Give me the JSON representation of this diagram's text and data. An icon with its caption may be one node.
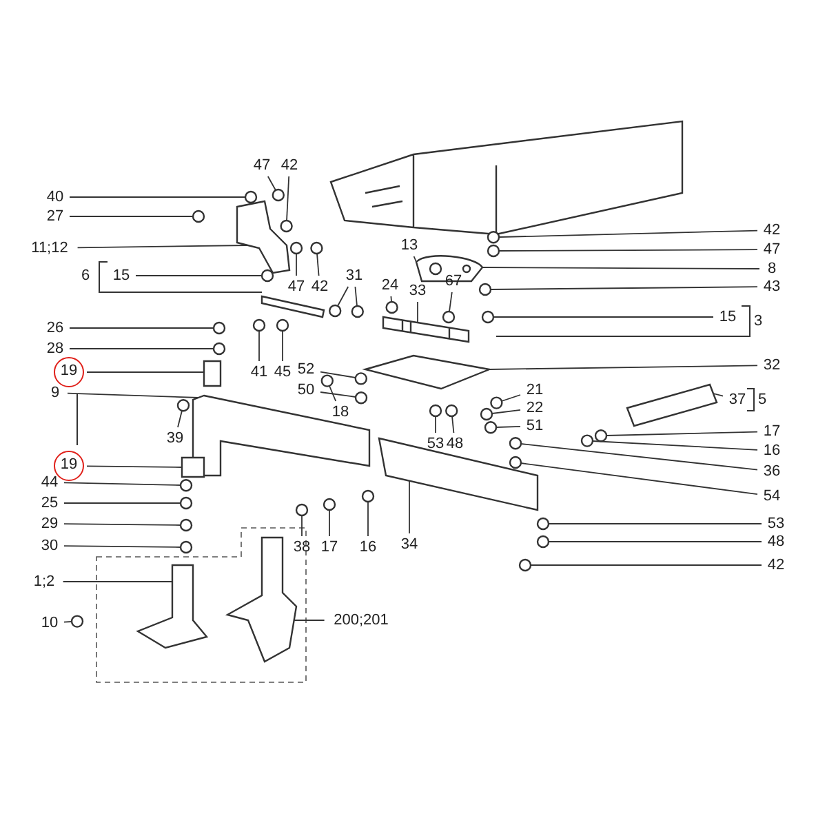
{
  "diagram": {
    "nodes": [
      {
        "text": [
          "40"
        ]
      },
      {
        "text": [
          "27"
        ]
      },
      {
        "text": [
          "11;12"
        ]
      },
      {
        "text": [
          "15"
        ]
      },
      {
        "text": [
          "26"
        ]
      },
      {
        "text": [
          "28"
        ]
      },
      {
        "text": [
          "19"
        ]
      },
      {
        "text": [
          "9"
        ]
      },
      {
        "text": [
          "39"
        ]
      },
      {
        "text": [
          "19"
        ]
      },
      {
        "text": [
          "44"
        ]
      },
      {
        "text": [
          "25"
        ]
      },
      {
        "text": [
          "29"
        ]
      },
      {
        "text": [
          "30"
        ]
      },
      {
        "text": [
          "1;2"
        ]
      },
      {
        "text": [
          "10"
        ]
      },
      {
        "text": [
          "47"
        ]
      },
      {
        "text": [
          "42"
        ]
      },
      {
        "text": [
          "47"
        ]
      },
      {
        "text": [
          "42"
        ]
      },
      {
        "text": [
          "31"
        ]
      },
      {
        "text": [
          "24"
        ]
      },
      {
        "text": [
          "41"
        ]
      },
      {
        "text": [
          "45"
        ]
      },
      {
        "text": [
          "13"
        ]
      },
      {
        "text": [
          "33"
        ]
      },
      {
        "text": [
          "67"
        ]
      },
      {
        "text": [
          "52"
        ]
      },
      {
        "text": [
          "50"
        ]
      },
      {
        "text": [
          "18"
        ]
      },
      {
        "text": [
          "42"
        ]
      },
      {
        "text": [
          "47"
        ]
      },
      {
        "text": [
          "8"
        ]
      },
      {
        "text": [
          "43"
        ]
      },
      {
        "text": [
          "15"
        ]
      },
      {
        "text": [
          "32"
        ]
      },
      {
        "text": [
          "21"
        ]
      },
      {
        "text": [
          "22"
        ]
      },
      {
        "text": [
          "51"
        ]
      },
      {
        "text": [
          "37"
        ]
      },
      {
        "text": [
          "17"
        ]
      },
      {
        "text": [
          "16"
        ]
      },
      {
        "text": [
          "36"
        ]
      },
      {
        "text": [
          "54"
        ]
      },
      {
        "text": [
          "53"
        ]
      },
      {
        "text": [
          "48"
        ]
      },
      {
        "text": [
          "42"
        ]
      },
      {
        "text": [
          "53"
        ]
      },
      {
        "text": [
          "48"
        ]
      },
      {
        "text": [
          "38"
        ]
      },
      {
        "text": [
          "17"
        ]
      },
      {
        "text": [
          "16"
        ]
      },
      {
        "text": [
          "34"
        ]
      },
      {
        "text": [
          "200;201"
        ]
      },
      {
        "text": [],
        "shape": "circle"
      },
      {
        "text": [],
        "shape": "circle"
      },
      {
        "text": [],
        "shape": "picture"
      },
      {
        "text": [],
        "shape": "circle"
      },
      {
        "text": [],
        "shape": "circle"
      },
      {
        "text": [],
        "shape": "circle"
      },
      {
        "text": [],
        "shape": "box"
      },
      {
        "text": [],
        "shape": "picture"
      },
      {
        "text": [],
        "shape": "circle"
      },
      {
        "text": [],
        "shape": "box"
      },
      {
        "text": [],
        "shape": "circle"
      },
      {
        "text": [],
        "shape": "circle"
      },
      {
        "text": [],
        "shape": "circle"
      },
      {
        "text": [],
        "shape": "circle"
      },
      {
        "text": [],
        "shape": "picture"
      },
      {
        "text": [],
        "shape": "circle"
      },
      {
        "text": [],
        "shape": "circle"
      },
      {
        "text": [],
        "shape": "circle"
      },
      {
        "text": [],
        "shape": "circle"
      },
      {
        "text": [],
        "shape": "circle"
      },
      {
        "text": [],
        "shape": "circle"
      },
      {
        "text": [],
        "shape": "circle"
      },
      {
        "text": [],
        "shape": "circle"
      },
      {
        "text": [],
        "shape": "circle"
      },
      {
        "text": [],
        "shape": "circle"
      },
      {
        "text": [],
        "shape": "picture"
      },
      {
        "text": [],
        "shape": "picture"
      },
      {
        "text": [],
        "shape": "circle"
      },
      {
        "text": [],
        "shape": "circle"
      },
      {
        "text": [],
        "shape": "circle"
      },
      {
        "text": [],
        "shape": "circle"
      },
      {
        "text": [],
        "shape": "circle"
      },
      {
        "text": [],
        "shape": "circle"
      },
      {
        "text": [],
        "shape": "circle"
      },
      {
        "text": [],
        "shape": "circle"
      },
      {
        "text": [],
        "shape": "picture"
      },
      {
        "text": [],
        "shape": "circle"
      },
      {
        "text": [],
        "shape": "circle"
      },
      {
        "text": [],
        "shape": "circle"
      },
      {
        "text": [],
        "shape": "picture"
      },
      {
        "text": [],
        "shape": "circle"
      },
      {
        "text": [],
        "shape": "circle"
      },
      {
        "text": [],
        "shape": "circle"
      },
      {
        "text": [],
        "shape": "circle"
      },
      {
        "text": [],
        "shape": "circle"
      },
      {
        "text": [],
        "shape": "circle"
      },
      {
        "text": [],
        "shape": "circle"
      },
      {
        "text": [],
        "shape": "circle"
      },
      {
        "text": [],
        "shape": "circle"
      },
      {
        "text": [],
        "shape": "circle"
      },
      {
        "text": [],
        "shape": "circle"
      },
      {
        "text": [],
        "shape": "circle"
      },
      {
        "text": [],
        "shape": "picture"
      },
      {
        "text": [],
        "shape": "picture"
      }
    ],
    "edges": [
      {
        "from": 0,
        "to": 54,
        "arrow": "none"
      },
      {
        "from": 1,
        "to": 55,
        "arrow": "none"
      },
      {
        "from": 2,
        "to": 56,
        "arrow": "none"
      },
      {
        "from": 3,
        "to": 57,
        "arrow": "none"
      },
      {
        "from": 4,
        "to": 58,
        "arrow": "none"
      },
      {
        "from": 5,
        "to": 59,
        "arrow": "none"
      },
      {
        "from": 6,
        "to": 60,
        "arrow": "none"
      },
      {
        "from": 7,
        "to": 61,
        "arrow": "none"
      },
      {
        "from": 8,
        "to": 62,
        "arrow": "none"
      },
      {
        "from": 9,
        "to": 63,
        "arrow": "none"
      },
      {
        "from": 10,
        "to": 64,
        "arrow": "none"
      },
      {
        "from": 11,
        "to": 65,
        "arrow": "none"
      },
      {
        "from": 12,
        "to": 66,
        "arrow": "none"
      },
      {
        "from": 13,
        "to": 67,
        "arrow": "none"
      },
      {
        "from": 14,
        "to": 68,
        "arrow": "none"
      },
      {
        "from": 15,
        "to": 69,
        "arrow": "none"
      },
      {
        "from": 16,
        "to": 70,
        "arrow": "none"
      },
      {
        "from": 17,
        "to": 71,
        "arrow": "none"
      },
      {
        "from": 18,
        "to": 72,
        "arrow": "none"
      },
      {
        "from": 19,
        "to": 73,
        "arrow": "none"
      },
      {
        "from": 20,
        "to": 74,
        "arrow": "none"
      },
      {
        "from": 20,
        "to": 75,
        "arrow": "none"
      },
      {
        "from": 21,
        "to": 76,
        "arrow": "none"
      },
      {
        "from": 22,
        "to": 77,
        "arrow": "none"
      },
      {
        "from": 23,
        "to": 78,
        "arrow": "none"
      },
      {
        "from": 24,
        "to": 79,
        "arrow": "none"
      },
      {
        "from": 25,
        "to": 80,
        "arrow": "none"
      },
      {
        "from": 26,
        "to": 81,
        "arrow": "none"
      },
      {
        "from": 27,
        "to": 82,
        "arrow": "none"
      },
      {
        "from": 28,
        "to": 83,
        "arrow": "none"
      },
      {
        "from": 29,
        "to": 84,
        "arrow": "none"
      },
      {
        "from": 30,
        "to": 85,
        "arrow": "none"
      },
      {
        "from": 31,
        "to": 86,
        "arrow": "none"
      },
      {
        "from": 32,
        "to": 79,
        "arrow": "none"
      },
      {
        "from": 33,
        "to": 87,
        "arrow": "none"
      },
      {
        "from": 34,
        "to": 88,
        "arrow": "none"
      },
      {
        "from": 35,
        "to": 89,
        "arrow": "none"
      },
      {
        "from": 36,
        "to": 90,
        "arrow": "none"
      },
      {
        "from": 37,
        "to": 91,
        "arrow": "none"
      },
      {
        "from": 38,
        "to": 92,
        "arrow": "none"
      },
      {
        "from": 39,
        "to": 93,
        "arrow": "none"
      },
      {
        "from": 40,
        "to": 94,
        "arrow": "none"
      },
      {
        "from": 41,
        "to": 95,
        "arrow": "none"
      },
      {
        "from": 42,
        "to": 96,
        "arrow": "none"
      },
      {
        "from": 43,
        "to": 97,
        "arrow": "none"
      },
      {
        "from": 44,
        "to": 98,
        "arrow": "none"
      },
      {
        "from": 45,
        "to": 99,
        "arrow": "none"
      },
      {
        "from": 46,
        "to": 100,
        "arrow": "none"
      },
      {
        "from": 47,
        "to": 101,
        "arrow": "none"
      },
      {
        "from": 48,
        "to": 102,
        "arrow": "none"
      },
      {
        "from": 49,
        "to": 103,
        "arrow": "none"
      },
      {
        "from": 50,
        "to": 104,
        "arrow": "none"
      },
      {
        "from": 51,
        "to": 105,
        "arrow": "none"
      },
      {
        "from": 52,
        "to": 106,
        "arrow": "none"
      },
      {
        "from": 53,
        "to": 107,
        "arrow": "none"
      }
    ],
    "labels": [
      "6",
      "3",
      "5"
    ]
  }
}
